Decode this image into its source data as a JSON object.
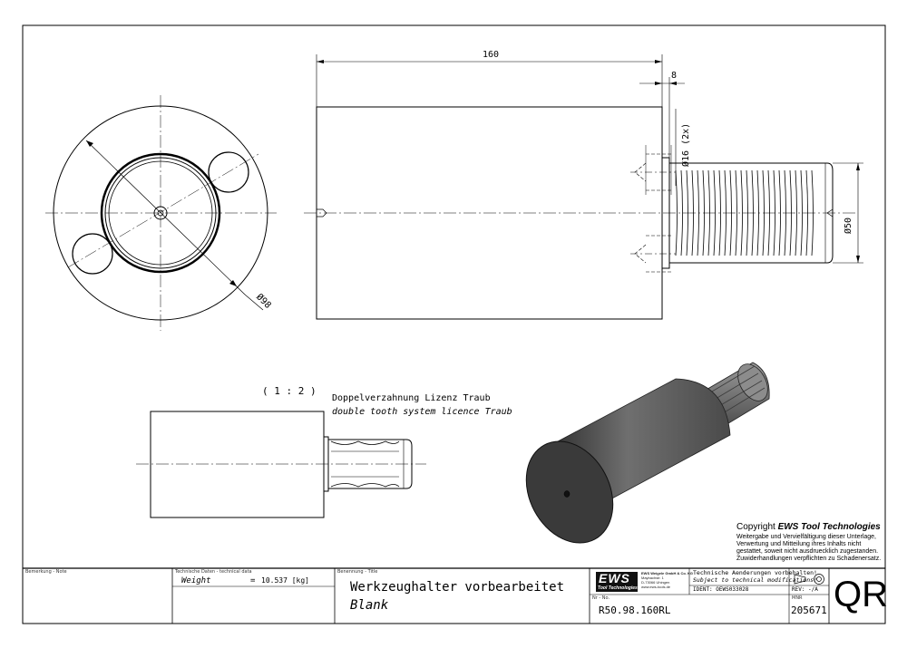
{
  "drawing": {
    "dim_160": "160",
    "dim_8": "8",
    "dim_d16": "Ø16 (2x)",
    "dim_d50": "Ø50",
    "dim_d98": "Ø98",
    "scale": "( 1 : 2 )",
    "note_de": "Doppelverzahnung Lizenz Traub",
    "note_en": "double tooth system licence Traub"
  },
  "copyright": {
    "title_prefix": "Copyright ",
    "title_brand": "EWS Tool Technologies",
    "lines": [
      "Weitergabe und Vervielfältigung dieser Unterlage,",
      "Verwertung und Mitteilung ihres Inhalts nicht",
      "gestattet, soweit nicht ausdruecklich zugestanden.",
      "Zuwiderhandlungen verpflichten zu Schadenersatz."
    ]
  },
  "title_block": {
    "remark_label": "Bemerkung - Note",
    "tech_label": "Technische Daten - technical data",
    "weight_label": "Weight",
    "weight_eq": "=",
    "weight_value": "10.537 [kg]",
    "name_label": "Benennung - Title",
    "title_de": "Werkzeughalter vorbearbeitet",
    "title_en": "Blank",
    "logo_text": "EWS",
    "logo_sub": "Tool Technologies",
    "company_lines": [
      "EWS Weigele GmbH & Co. KG",
      "Maybachstr. 1",
      "D-73066 Uhingen",
      "www.ews-tools.de"
    ],
    "changes_de": "Technische Aenderungen vorbehalten!",
    "changes_en": "Subject to technical modifications!",
    "ident": "IDENT: OEWS033028",
    "rev": "REV:  -/A",
    "nr_label": "Nr - No.",
    "nr_value": "R50.98.160RL",
    "mnr_label": "MNR",
    "mnr_value": "205671",
    "qr": "QR"
  }
}
